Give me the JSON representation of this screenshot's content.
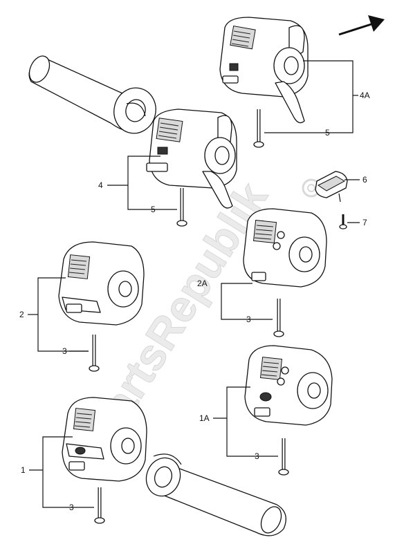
{
  "diagram": {
    "watermark": "PartsRepublik",
    "callouts": [
      {
        "id": "c4a",
        "text": "4A"
      },
      {
        "id": "c5a",
        "text": "5"
      },
      {
        "id": "c4",
        "text": "4"
      },
      {
        "id": "c5b",
        "text": "5"
      },
      {
        "id": "c6",
        "text": "6"
      },
      {
        "id": "c7",
        "text": "7"
      },
      {
        "id": "c2a",
        "text": "2A"
      },
      {
        "id": "c3a",
        "text": "3"
      },
      {
        "id": "c2",
        "text": "2"
      },
      {
        "id": "c3b",
        "text": "3"
      },
      {
        "id": "c1a",
        "text": "1A"
      },
      {
        "id": "c3c",
        "text": "3"
      },
      {
        "id": "c1",
        "text": "1"
      },
      {
        "id": "c3d",
        "text": "3"
      }
    ]
  }
}
